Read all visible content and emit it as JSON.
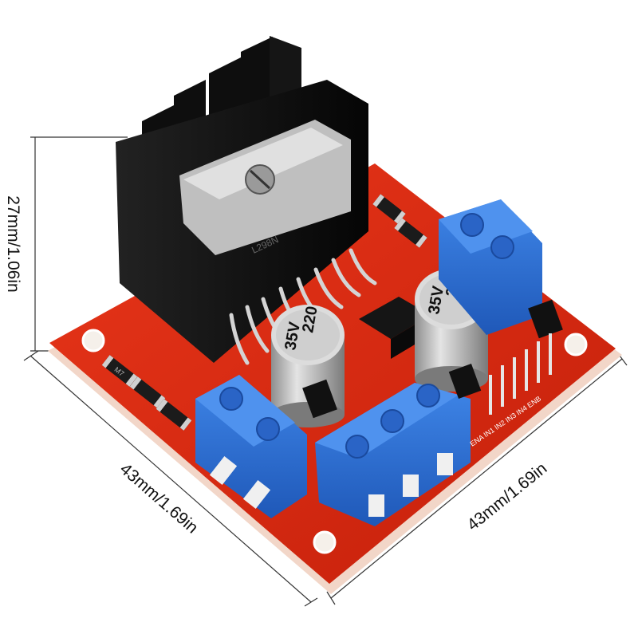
{
  "dimensions": {
    "height_label": "27mm/1.06in",
    "left_width_label": "43mm/1.69in",
    "right_width_label": "43mm/1.69in"
  },
  "components": {
    "capacitor_top": "220",
    "capacitor_mid": "35V",
    "chip_brand": "L298N",
    "header_pins": "ENA IN1 IN2 IN3 IN4 ENB",
    "diode_mark": "M7"
  },
  "colors": {
    "pcb": "#d8260e",
    "terminal": "#2f6fd0",
    "heatsink": "#121212",
    "line": "#333333"
  }
}
